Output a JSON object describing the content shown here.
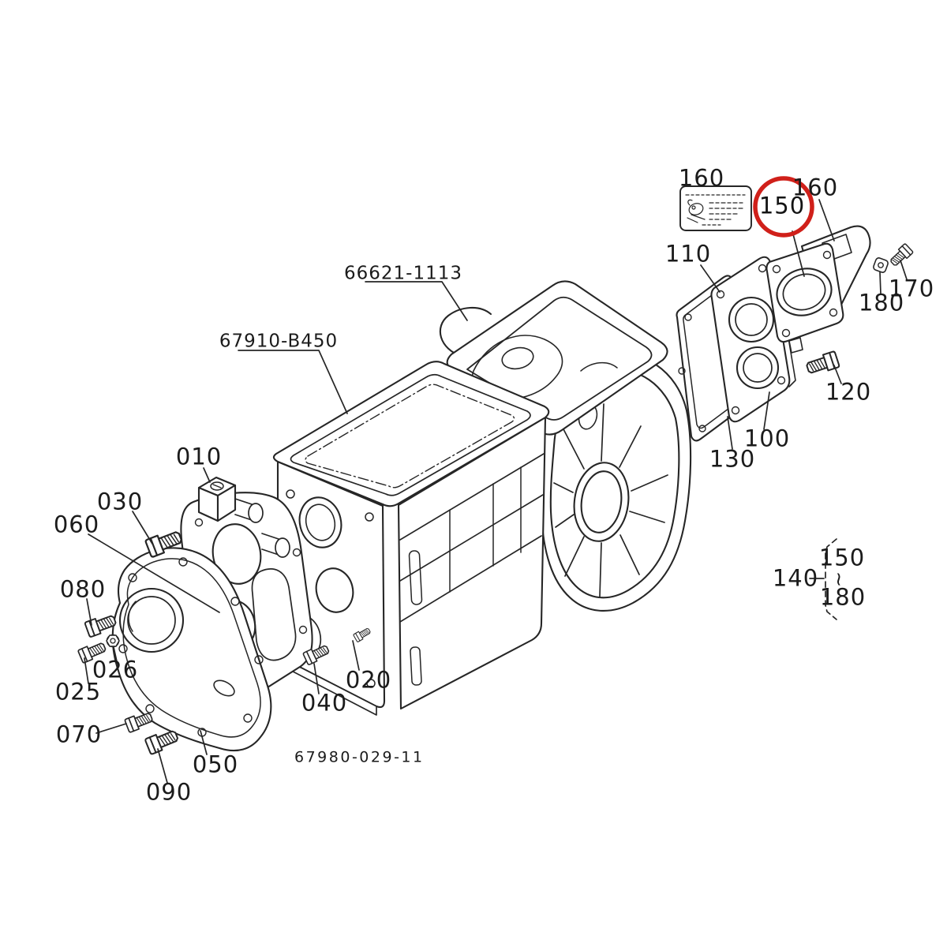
{
  "diagram": {
    "background": "#ffffff",
    "line_color": "#262626",
    "label_color": "#1b1b1b",
    "highlight_color": "#d0201a",
    "drawing_number": "67980-029-11",
    "part_numbers": {
      "top_cover": "66621-1113",
      "transmission_case": "67910-B450"
    },
    "callouts": {
      "010": "010",
      "020": "020",
      "025": "025",
      "026": "026",
      "030": "030",
      "040": "040",
      "050": "050",
      "060": "060",
      "070": "070",
      "080": "080",
      "090": "090",
      "100": "100",
      "110": "110",
      "120": "120",
      "130": "130",
      "140": "140",
      "150": "150",
      "160_decal": "160",
      "160_cover": "160",
      "170": "170",
      "180": "180"
    },
    "range_group": {
      "parent": "140",
      "from": "150",
      "tilde": "~",
      "to": "180"
    },
    "highlighted_callout": "150"
  }
}
